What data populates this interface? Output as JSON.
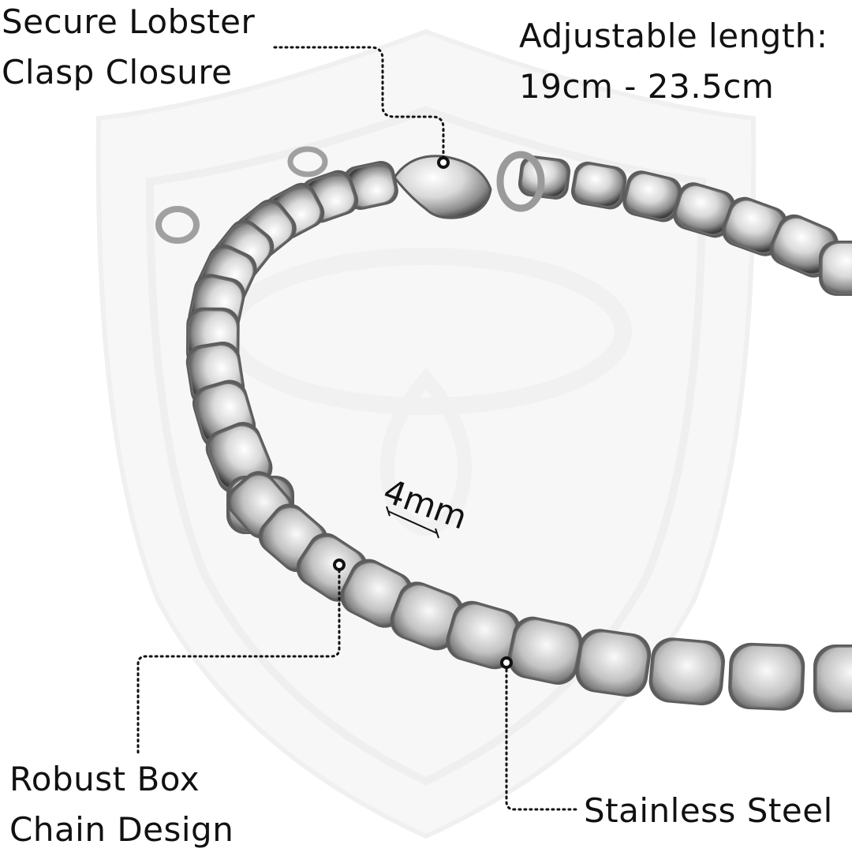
{
  "labels": {
    "clasp": {
      "line1": "Secure Lobster",
      "line2": "Clasp Closure"
    },
    "length": {
      "line1": "Adjustable length:",
      "line2": "19cm - 23.5cm"
    },
    "width": "4mm",
    "design": {
      "line1": "Robust Box",
      "line2": "Chain Design"
    },
    "material": "Stainless Steel"
  },
  "colors": {
    "background": "#ffffff",
    "text": "#111111",
    "watermark": "#eeeeee",
    "steel_light": "#f2f2f2",
    "steel_mid": "#b8b8b8",
    "steel_dark": "#4a4a4a"
  },
  "watermark": "shield-logo"
}
